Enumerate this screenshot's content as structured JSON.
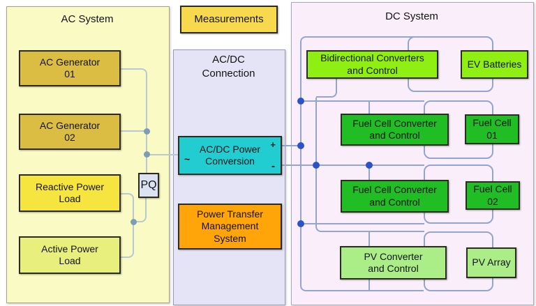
{
  "panels": {
    "ac": {
      "title": "AC System"
    },
    "acdc": {
      "title": "AC/DC\nConnection"
    },
    "dc": {
      "title": "DC System"
    }
  },
  "boxes": {
    "measurements": {
      "label": "Measurements"
    },
    "ac_generator_01": {
      "label": "AC Generator\n01"
    },
    "ac_generator_02": {
      "label": "AC Generator\n02"
    },
    "reactive_power_load": {
      "label": "Reactive Power\nLoad"
    },
    "active_power_load": {
      "label": "Active Power\nLoad"
    },
    "pq": {
      "label": "PQ"
    },
    "acdc_power_conversion": {
      "label": "AC/DC Power\nConversion",
      "terminals": {
        "ac": "~",
        "plus": "+",
        "minus": "-"
      }
    },
    "power_transfer_management": {
      "label": "Power Transfer\nManagement\nSystem"
    },
    "bidirectional_converters": {
      "label": "Bidirectional Converters\nand Control"
    },
    "ev_batteries": {
      "label": "EV Batteries"
    },
    "fuel_cell_converter_1": {
      "label": "Fuel Cell Converter\nand Control"
    },
    "fuel_cell_01": {
      "label": "Fuel Cell\n01"
    },
    "fuel_cell_converter_2": {
      "label": "Fuel Cell Converter\nand Control"
    },
    "fuel_cell_02": {
      "label": "Fuel Cell\n02"
    },
    "pv_converter": {
      "label": "PV Converter\nand Control"
    },
    "pv_array": {
      "label": "PV Array"
    }
  },
  "colors": {
    "text": "#131313",
    "panel_ac_bg": "#fafac5",
    "panel_ac_border": "#a8a489",
    "panel_acdc_bg": "#e4e4f6",
    "panel_acdc_border": "#9a9ab8",
    "panel_dc_bg": "#faeefa",
    "panel_dc_border": "#a9a9c0",
    "measure_yellow": "#f7d94e",
    "gold": "#dcbd44",
    "yellow": "#f5e53e",
    "yellow_green": "#e9ef7d",
    "pq_bg": "#dbe3f3",
    "cyan": "#22cdd2",
    "orange": "#ffa50a",
    "chartreuse": "#90ef12",
    "green": "#20bd24",
    "light_green": "#abee87",
    "box_border": "#2b2b22",
    "wire_ac": "#b7c9d2",
    "dot_ac": "#7d9cb5",
    "wire_dc": "#93a4cf",
    "dot_dc": "#2c52c8"
  }
}
